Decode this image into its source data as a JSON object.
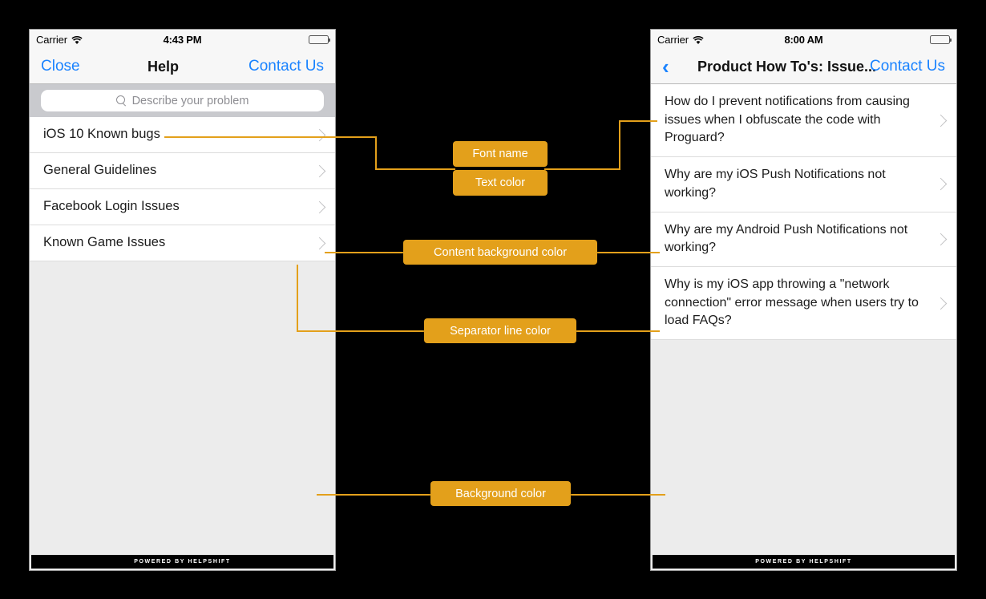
{
  "phones": {
    "left": {
      "status": {
        "carrier": "Carrier",
        "wifi_icon": "wifi-icon",
        "time": "4:43 PM",
        "battery_icon": "battery-full-icon"
      },
      "nav": {
        "left_label": "Close",
        "title": "Help",
        "right_label": "Contact Us"
      },
      "search": {
        "icon": "search-icon",
        "placeholder": "Describe your problem",
        "value": ""
      },
      "list": [
        {
          "label": "iOS 10 Known bugs",
          "chevron": "chevron-right-icon"
        },
        {
          "label": "General Guidelines",
          "chevron": "chevron-right-icon"
        },
        {
          "label": "Facebook Login Issues",
          "chevron": "chevron-right-icon"
        },
        {
          "label": "Known Game Issues",
          "chevron": "chevron-right-icon"
        }
      ],
      "footer": "POWERED BY HELPSHIFT"
    },
    "right": {
      "status": {
        "carrier": "Carrier",
        "wifi_icon": "wifi-icon",
        "time": "8:00 AM",
        "battery_icon": "battery-full-icon"
      },
      "nav": {
        "back_icon": "chevron-left-icon",
        "title": "Product How To's: Issue...",
        "right_label": "Contact Us"
      },
      "list": [
        {
          "label": "How do I prevent notifications from causing issues when I obfuscate the code with Proguard?",
          "chevron": "chevron-right-icon"
        },
        {
          "label": "Why are my iOS Push Notifications not working?",
          "chevron": "chevron-right-icon"
        },
        {
          "label": "Why are my Android Push Notifications not working?",
          "chevron": "chevron-right-icon"
        },
        {
          "label": "Why is my iOS app throwing a \"network connection\" error message when users try to load FAQs?",
          "chevron": "chevron-right-icon"
        }
      ],
      "footer": "POWERED BY HELPSHIFT"
    }
  },
  "annotations": [
    {
      "id": "font-name",
      "label": "Font name"
    },
    {
      "id": "text-color",
      "label": "Text color"
    },
    {
      "id": "content-background-color",
      "label": "Content background color"
    },
    {
      "id": "separator-line-color",
      "label": "Separator line color"
    },
    {
      "id": "background-color",
      "label": "Background color"
    }
  ],
  "colors": {
    "annotation": "#E3A01B",
    "page_background": "#000000",
    "content_background": "#FFFFFF",
    "screen_background": "#ECECEC",
    "separator_line": "#DCDCDC",
    "tint_blue": "#1A83FF",
    "text": "#1C1C1C"
  }
}
